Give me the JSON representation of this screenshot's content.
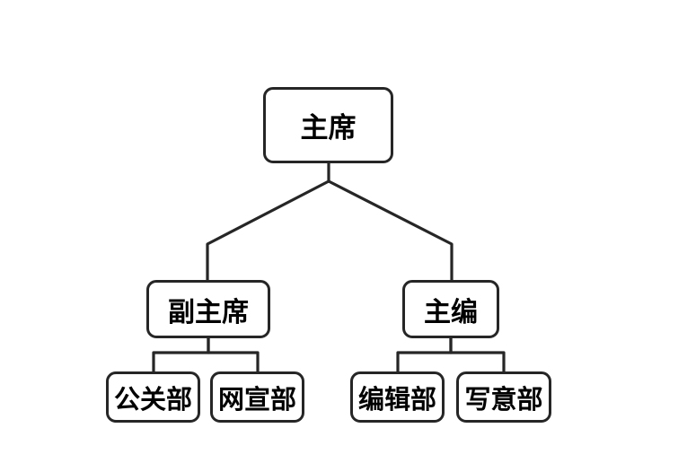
{
  "diagram": {
    "type": "org-chart",
    "nodes": {
      "chairman": {
        "label": "主席"
      },
      "vice_chairman": {
        "label": "副主席"
      },
      "chief_editor": {
        "label": "主编"
      },
      "pr_dept": {
        "label": "公关部"
      },
      "web_publicity": {
        "label": "网宣部"
      },
      "editorial_dept": {
        "label": "编辑部"
      },
      "freehand_dept": {
        "label": "写意部"
      }
    },
    "edges": [
      {
        "from": "主席",
        "to": "副主席"
      },
      {
        "from": "主席",
        "to": "主编"
      },
      {
        "from": "副主席",
        "to": "公关部"
      },
      {
        "from": "副主席",
        "to": "网宣部"
      },
      {
        "from": "主编",
        "to": "编辑部"
      },
      {
        "from": "主编",
        "to": "写意部"
      }
    ],
    "colors": {
      "background": "#ffffff",
      "node_fill": "#ffffff",
      "node_border": "#262626",
      "connector": "#262626",
      "text": "#000000"
    }
  }
}
